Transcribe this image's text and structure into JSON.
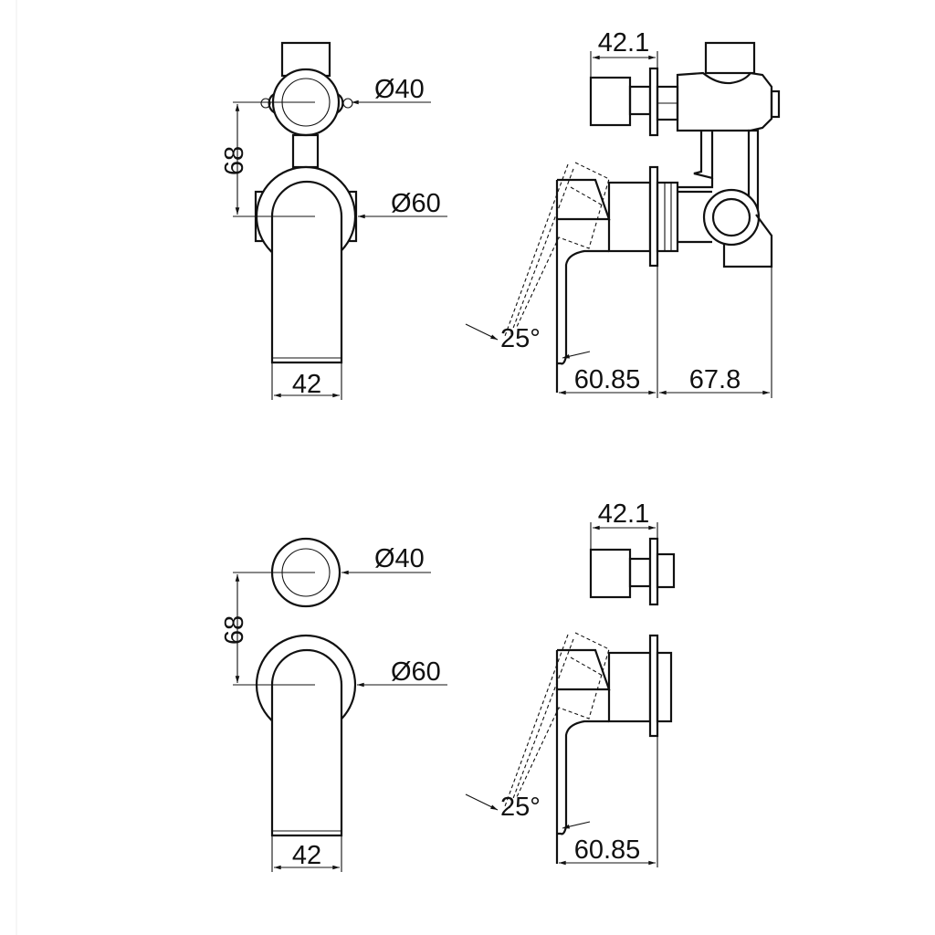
{
  "views": {
    "with_valve": {
      "front": {
        "dia_small": "Ø40",
        "dia_large": "Ø60",
        "center_distance": "68",
        "spout_width": "42"
      },
      "side": {
        "knob_depth": "42.1",
        "lever_angle": "25°",
        "lever_projection": "60.85",
        "body_depth": "67.8"
      }
    },
    "trim_only": {
      "front": {
        "dia_small": "Ø40",
        "dia_large": "Ø60",
        "center_distance": "68",
        "spout_width": "42"
      },
      "side": {
        "knob_depth": "42.1",
        "lever_angle": "25°",
        "lever_projection": "60.85"
      }
    }
  }
}
